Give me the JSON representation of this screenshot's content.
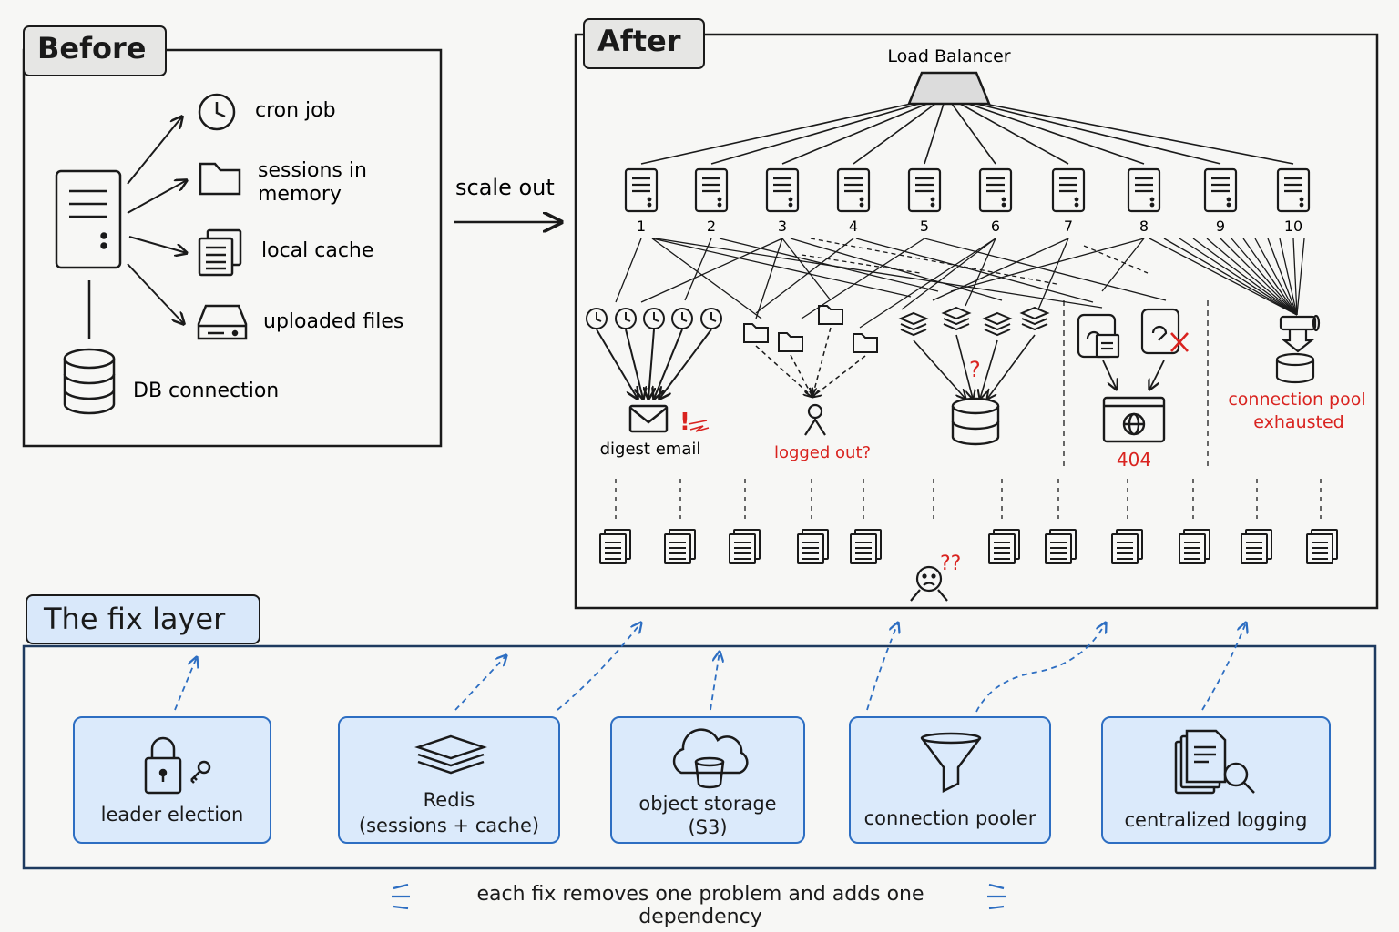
{
  "before": {
    "title": "Before",
    "items": [
      {
        "label": "cron job",
        "icon": "clock-icon"
      },
      {
        "label": "sessions in memory",
        "line1": "sessions in",
        "line2": "memory",
        "icon": "folder-icon"
      },
      {
        "label": "local cache",
        "icon": "documents-icon"
      },
      {
        "label": "uploaded files",
        "icon": "disk-icon"
      }
    ],
    "db_label": "DB connection"
  },
  "arrow_label": "scale out",
  "after": {
    "title": "After",
    "load_balancer": "Load Balancer",
    "servers": [
      "1",
      "2",
      "3",
      "4",
      "5",
      "6",
      "7",
      "8",
      "9",
      "10"
    ],
    "problems": {
      "digest_email": "digest email",
      "logged_out": "logged out?",
      "not_found": "404",
      "pool_line1": "connection pool",
      "pool_line2": "exhausted",
      "question": "?",
      "double_question": "??",
      "exclaim": "!"
    }
  },
  "fix_layer": {
    "title": "The fix layer",
    "fixes": [
      {
        "label": "leader election",
        "icon": "lock-key-icon"
      },
      {
        "label": "Redis (sessions + cache)",
        "line1": "Redis",
        "line2": "(sessions + cache)",
        "icon": "layers-icon"
      },
      {
        "label": "object storage (S3)",
        "line1": "object storage",
        "line2": "(S3)",
        "icon": "cloud-bucket-icon"
      },
      {
        "label": "connection pooler",
        "icon": "funnel-icon"
      },
      {
        "label": "centralized logging",
        "icon": "logs-search-icon"
      }
    ],
    "caption": "each fix removes one problem and adds one dependency"
  },
  "colors": {
    "accent_blue": "#2d6ec2",
    "fix_bg": "#dbeafb",
    "warning_red": "#d9231f",
    "ink": "#1a1a1a"
  }
}
